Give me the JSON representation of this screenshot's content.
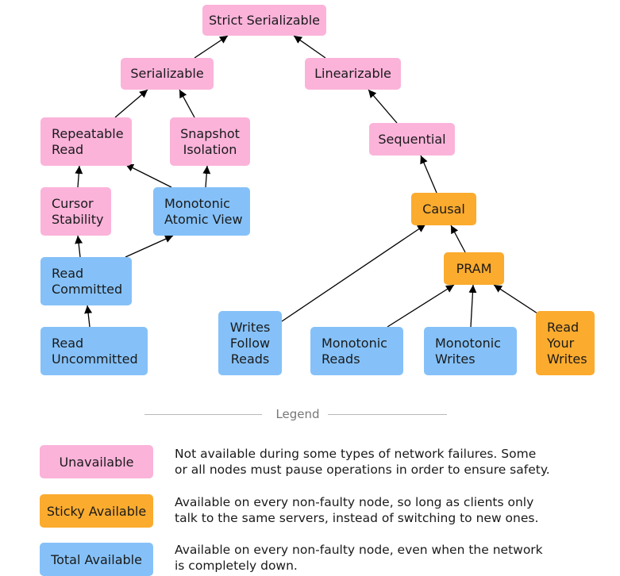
{
  "nodes": {
    "strict_serializable": [
      "Strict Serializable"
    ],
    "serializable": [
      "Serializable"
    ],
    "linearizable": [
      "Linearizable"
    ],
    "repeatable_read": [
      "Repeatable",
      "Read"
    ],
    "snapshot_isolation": [
      "Snapshot",
      "Isolation"
    ],
    "sequential": [
      "Sequential"
    ],
    "cursor_stability": [
      "Cursor",
      "Stability"
    ],
    "monotonic_atomic_view": [
      "Monotonic",
      "Atomic View"
    ],
    "causal": [
      "Causal"
    ],
    "read_committed": [
      "Read",
      "Committed"
    ],
    "pram": [
      "PRAM"
    ],
    "read_uncommitted": [
      "Read",
      "Uncommitted"
    ],
    "writes_follow_reads": [
      "Writes",
      "Follow",
      "Reads"
    ],
    "monotonic_reads": [
      "Monotonic",
      "Reads"
    ],
    "monotonic_writes": [
      "Monotonic",
      "Writes"
    ],
    "read_your_writes": [
      "Read",
      "Your",
      "Writes"
    ]
  },
  "colors": {
    "unavailable": "#fbb3da",
    "sticky_available": "#fbab2e",
    "total_available": "#85c1f8",
    "arrow": "#000000"
  },
  "legend": {
    "title": "Legend",
    "items": [
      {
        "label": "Unavailable",
        "color": "#fbb3da",
        "desc": [
          "Not available during some types of network failures. Some",
          "or all nodes must pause operations in order to ensure safety."
        ]
      },
      {
        "label": "Sticky Available",
        "color": "#fbab2e",
        "desc": [
          "Available on every non-faulty node, so long as clients only",
          "talk to the same servers, instead of switching to new ones."
        ]
      },
      {
        "label": "Total Available",
        "color": "#85c1f8",
        "desc": [
          "Available on every non-faulty node, even when the network",
          "is completely down."
        ]
      }
    ]
  }
}
